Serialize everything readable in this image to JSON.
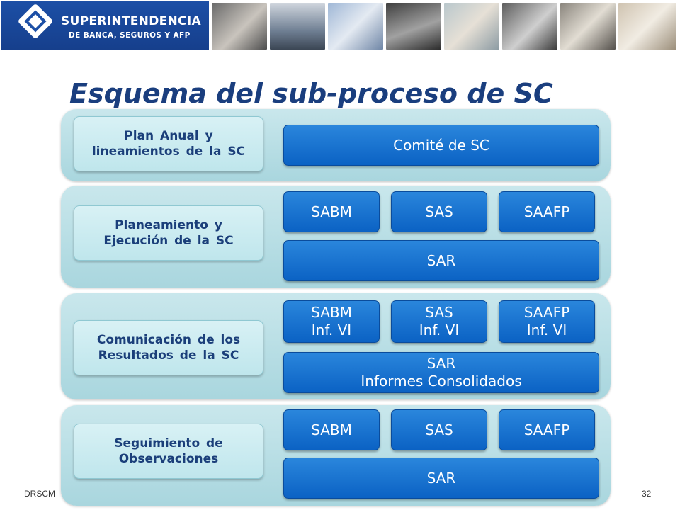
{
  "header": {
    "logo_title": "SUPERINTENDENCIA",
    "logo_subtitle": "DE BANCA, SEGUROS Y AFP"
  },
  "title": "Esquema del sub-proceso de SC",
  "rows": [
    {
      "phase": "Plan Anual y lineamientos de la SC",
      "boxes": [
        "Comité de SC"
      ]
    },
    {
      "phase": "Planeamiento y Ejecución de la SC",
      "boxes": [
        "SABM",
        "SAS",
        "SAAFP",
        "SAR"
      ]
    },
    {
      "phase": "Comunicación de los Resultados de la SC",
      "boxes": [
        "SABM\nInf. VI",
        "SAS\nInf. VI",
        "SAAFP\nInf. VI",
        "SAR\nInformes Consolidados"
      ]
    },
    {
      "phase": "Seguimiento de Observaciones",
      "boxes": [
        "SABM",
        "SAS",
        "SAAFP",
        "SAR"
      ]
    }
  ],
  "footer": {
    "left": "DRSCM",
    "page_number": "32"
  },
  "colors": {
    "title": "#1a3e7e",
    "box_blue": "#0b62c4",
    "band": "#a9d6de",
    "phase_text": "#1b3f7a"
  }
}
